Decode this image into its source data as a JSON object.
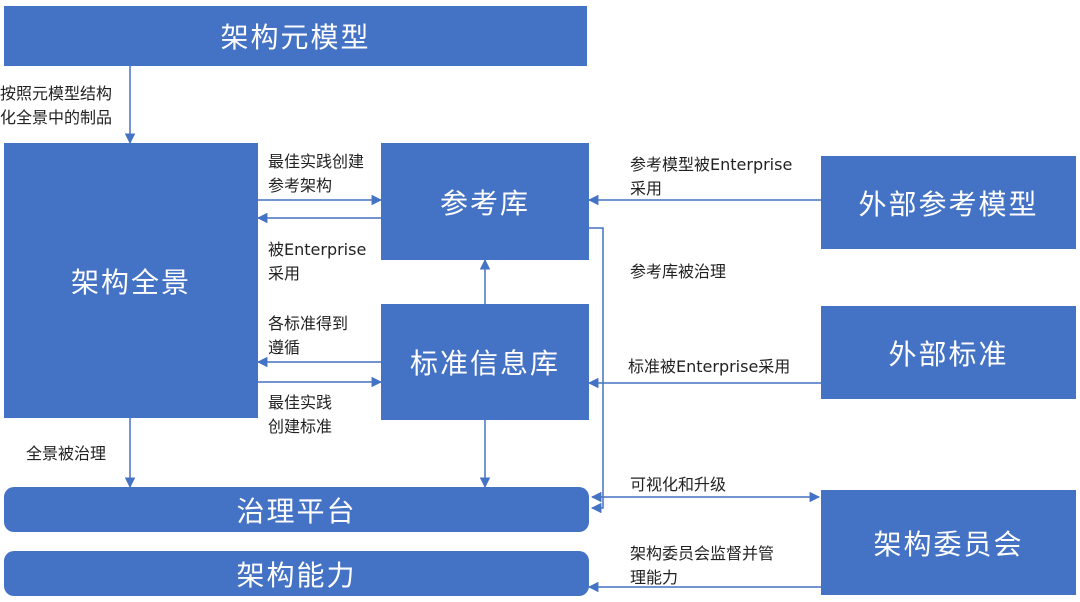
{
  "colors": {
    "box_fill": "#4472c4",
    "box_text": "#ffffff",
    "arrow": "#4472c4",
    "label_text": "#222222"
  },
  "nodes": {
    "metamodel": "架构元模型",
    "landscape": "架构全景",
    "reference_library": "参考库",
    "standards_library": "标准信息库",
    "governance_platform": "治理平台",
    "capability": "架构能力",
    "external_reference_models": "外部参考模型",
    "external_standards": "外部标准",
    "architecture_board": "架构委员会"
  },
  "edge_labels": {
    "metamodel_to_landscape": [
      "按照元模型结构",
      "化全景中的制品"
    ],
    "best_practice_reference": [
      "最佳实践创建",
      "参考架构"
    ],
    "adopted_by_enterprise": [
      "被Enterprise",
      "采用"
    ],
    "standards_followed": [
      "各标准得到",
      "遵循"
    ],
    "best_practice_standards": [
      "最佳实践",
      "创建标准"
    ],
    "landscape_governed": "全景被治理",
    "reference_model_adopted": [
      "参考模型被Enterprise",
      "采用"
    ],
    "reference_governed": "参考库被治理",
    "standards_adopted": "标准被Enterprise采用",
    "visualize_upgrade": "可视化和升级",
    "board_supervises": [
      "架构委员会监督并管",
      "理能力"
    ]
  }
}
